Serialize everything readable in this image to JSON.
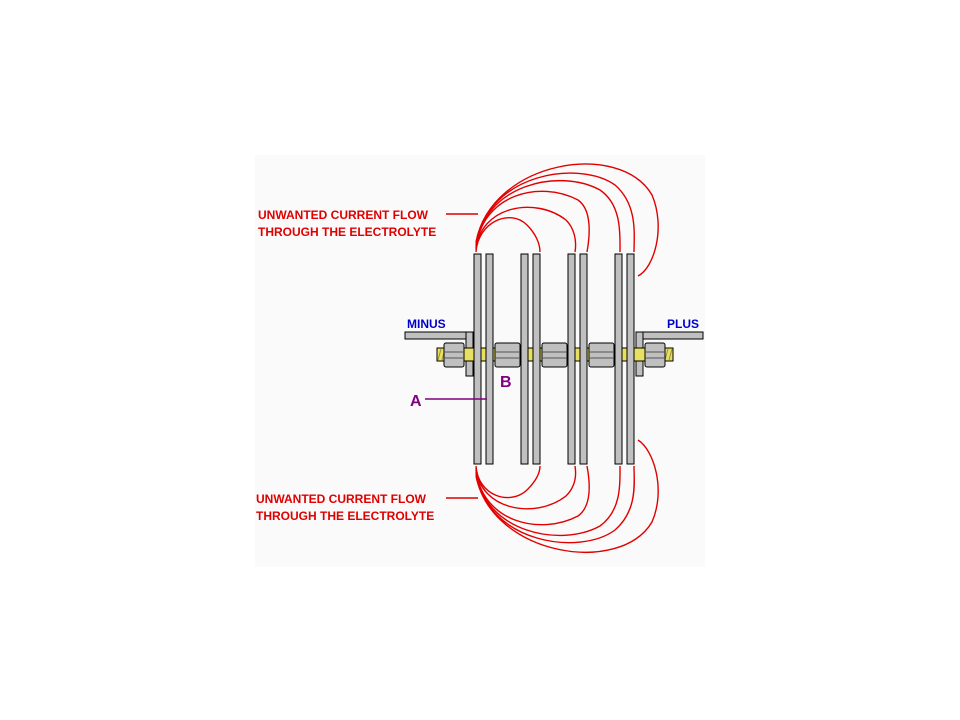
{
  "labels": {
    "top_flow_line1": "UNWANTED CURRENT FLOW",
    "top_flow_line2": "THROUGH THE ELECTROLYTE",
    "bottom_flow_line1": "UNWANTED CURRENT FLOW",
    "bottom_flow_line2": "THROUGH THE ELECTROLYTE",
    "minus": "MINUS",
    "plus": "PLUS",
    "a": "A",
    "b": "B"
  },
  "colors": {
    "current_flow": "#e00000",
    "terminal": "#0000cc",
    "marker": "#800080",
    "plate_fill": "#c0c0c0",
    "outline": "#000000",
    "bolt": "#e8e060",
    "panel": "#fafafa"
  }
}
